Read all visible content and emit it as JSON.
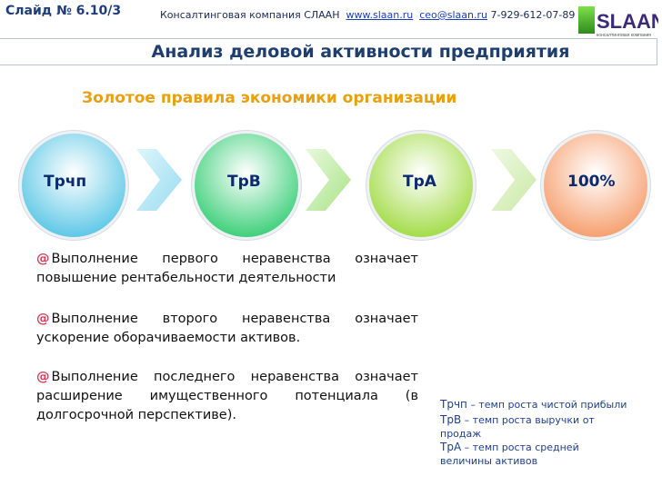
{
  "header": {
    "slide_number": "Слайд № 6.10/3",
    "company": "Консалтинговая компания СЛААН",
    "website": "www.slaan.ru",
    "email": "ceo@slaan.ru",
    "phone": "7-929-612-07-89"
  },
  "logo": {
    "text": "SLAAN",
    "tagline": "консалтинговая компания"
  },
  "title": "Анализ деловой активности предприятия",
  "subtitle": "Золотое правила экономики организации",
  "diagram": {
    "nodes": [
      {
        "label": "Трчп",
        "color": "#5ec8e6"
      },
      {
        "label": "ТрВ",
        "color": "#3ed07a"
      },
      {
        "label": "ТрА",
        "color": "#a4dc4a"
      },
      {
        "label": "100%",
        "color": "#f6a070"
      }
    ]
  },
  "bullets": [
    {
      "text": "Выполнение первого неравенства означает повышение рентабельности деятельности"
    },
    {
      "text": "Выполнение второго неравенства означает ускорение оборачиваемости активов."
    },
    {
      "text": "Выполнение последнего неравенства означает расширение имущественного потенциала (в долгосрочной перспективе)."
    }
  ],
  "legend": [
    {
      "term": "Трчп",
      "definition": " – темп роста чистой прибыли"
    },
    {
      "term": "ТрВ",
      "definition": " – темп роста выручки от продаж"
    },
    {
      "term": "ТрА",
      "definition": " – темп роста средней величины активов"
    }
  ],
  "colors": {
    "title": "#1e3f6e",
    "subtitle": "#e8a00e",
    "link": "#1a3fb8",
    "bullet_icon": "#d63a5a"
  }
}
